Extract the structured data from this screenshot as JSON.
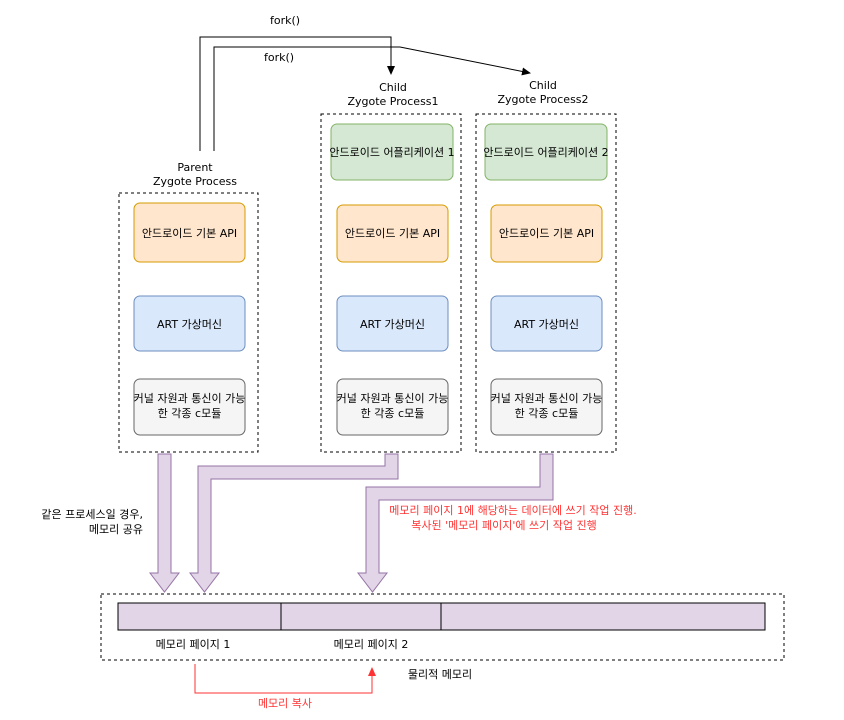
{
  "fork_labels": [
    "fork()",
    "fork()"
  ],
  "parent": {
    "title_line1": "Parent",
    "title_line2": "Zygote Process",
    "api": "안드로이드 기본 API",
    "art": "ART 가상머신",
    "kernel_line1": "커널 자원과 통신이 가능",
    "kernel_line2": "한 각종 c모듈"
  },
  "child1": {
    "title_line1": "Child",
    "title_line2": "Zygote Process1",
    "app": "안드로이드 어플리케이션 1",
    "api": "안드로이드 기본 API",
    "art": "ART 가상머신",
    "kernel_line1": "커널 자원과 통신이 가능",
    "kernel_line2": "한 각종 c모듈"
  },
  "child2": {
    "title_line1": "Child",
    "title_line2": "Zygote Process2",
    "app": "안드로이드 어플리케이션 2",
    "api": "안드로이드 기본 API",
    "art": "ART 가상머신",
    "kernel_line1": "커널 자원과 통신이 가능",
    "kernel_line2": "한 각종 c모듈"
  },
  "shared_note_line1": "같은 프로세스일 경우,",
  "shared_note_line2": "메모리 공유",
  "write_note_line1": "메모리 페이지 1에 해당하는 데이터에 쓰기 작업 진행.",
  "write_note_line2": "복사된 '메모리 페이지'에 쓰기 작업 진행",
  "memory": {
    "page1": "메모리 페이지 1",
    "page2": "메모리 페이지 2",
    "physical": "물리적 메모리",
    "copy": "메모리 복사"
  },
  "colors": {
    "app_fill": "#d5e8d4",
    "app_stroke": "#82b366",
    "api_fill": "#ffe6cc",
    "api_stroke": "#d79b00",
    "art_fill": "#dae8fc",
    "art_stroke": "#6c8ebf",
    "kernel_fill": "#f5f5f5",
    "kernel_stroke": "#666666",
    "purple_fill": "#e1d5e7",
    "purple_stroke": "#9673a6",
    "red": "#ff3333"
  }
}
